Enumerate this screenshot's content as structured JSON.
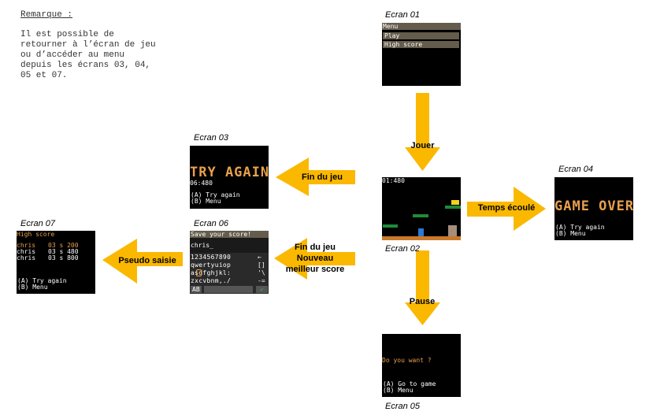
{
  "note": {
    "title": "Remarque :",
    "lines": [
      "Il est possible de",
      "retourner à l’écran de jeu",
      "ou d’accéder au menu",
      "depuis les écrans 03, 04,",
      "05 et 07."
    ]
  },
  "colors": {
    "arrow": "#fbb800",
    "orange_text": "#e9a04c",
    "menu_bar": "#645c4c",
    "ground": "#c97a2a",
    "platform_green": "#1f8a3a",
    "platform_yellow": "#f3d21a",
    "player_blue": "#2e78d0"
  },
  "screens": {
    "ecran01": {
      "caption": "Ecran 01",
      "header": "Menu",
      "items": [
        "Play",
        "High score"
      ]
    },
    "ecran02": {
      "caption": "Ecran 02",
      "timer": "01:480"
    },
    "ecran03": {
      "caption": "Ecran 03",
      "big": "TRY AGAIN",
      "score": "06:480",
      "opt_a": "(A) Try again",
      "opt_b": "(B) Menu"
    },
    "ecran04": {
      "caption": "Ecran 04",
      "big": "GAME OVER",
      "opt_a": "(A) Try again",
      "opt_b": "(B) Menu"
    },
    "ecran05": {
      "caption": "Ecran 05",
      "question": "Do you want ?",
      "opt_a": "(A) Go to game",
      "opt_b": "(B) Menu"
    },
    "ecran06": {
      "caption": "Ecran 06",
      "header": "Save your score!",
      "input": "chris_",
      "rows": [
        "1234567890",
        "qwertyuiop",
        "asdfghjkl:",
        "zxcvbnm,./"
      ],
      "row_extra": [
        "←",
        "[]",
        "'\\",
        "-="
      ],
      "bottom_left": "AB",
      "bottom_right": "✓"
    },
    "ecran07": {
      "caption": "Ecran 07",
      "header": "High score",
      "rows": [
        {
          "name": "chris",
          "score": "03 s 200"
        },
        {
          "name": "chris",
          "score": "03 s 480"
        },
        {
          "name": "chris",
          "score": "03 s 800"
        }
      ],
      "opt_a": "(A) Try again",
      "opt_b": "(B) Menu"
    }
  },
  "arrows": {
    "jouer": "Jouer",
    "fin_du_jeu": "Fin du jeu",
    "temps_ecoule": "Temps écoulé",
    "pause": "Pause",
    "fin_nouveau_l1": "Fin du jeu",
    "fin_nouveau_l2": "Nouveau",
    "fin_nouveau_l3": "meilleur score",
    "pseudo_saisie": "Pseudo saisie"
  }
}
